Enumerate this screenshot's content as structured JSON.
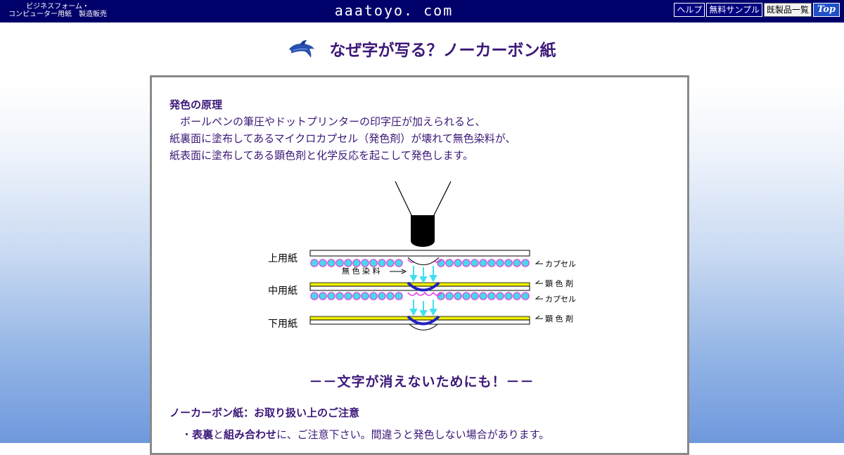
{
  "header": {
    "tagline_line1": "ビジネスフォーム・",
    "tagline_line2": "コンピューター用紙　製造販売",
    "site_title": "aaatoyo. com",
    "nav": {
      "help": "ヘルプ",
      "free_sample": "無料サンプル",
      "product_list": "既製品一覧",
      "top": "Top"
    }
  },
  "page": {
    "title": "なぜ字が写る？ノーカーボン紙"
  },
  "principle": {
    "title": "発色の原理",
    "line1": "　ボールペンの筆圧やドットプリンターの印字圧が加えられると、",
    "line2": "紙裏面に塗布してあるマイクロカプセル（発色剤）が壊れて無色染料が、",
    "line3": "紙表面に塗布してある顕色剤と化学反応を起こして発色します。"
  },
  "diagram": {
    "upper_paper": "上用紙",
    "middle_paper": "中用紙",
    "lower_paper": "下用紙",
    "dye": "無 色 染 料",
    "capsule_1": "カプセル",
    "developer_1": "顕 色 剤",
    "capsule_2": "カプセル",
    "developer_2": "顕 色 剤",
    "colors": {
      "capsule": "#4ad8e8",
      "capsule_edge": "#e040e0",
      "developer": "#f0f000",
      "mark": "#2020c0",
      "arrow": "#40e0f0"
    }
  },
  "slogan": "－－文字が消えないためにも！－－",
  "caution": {
    "title": "ノーカーボン紙：お取り扱い上のご注意",
    "bullet": "・",
    "front_back": "表裏",
    "and": "と",
    "combination": "組み合わせ",
    "rest": "に、ご注意下さい。間違うと発色しない場合があります。"
  }
}
